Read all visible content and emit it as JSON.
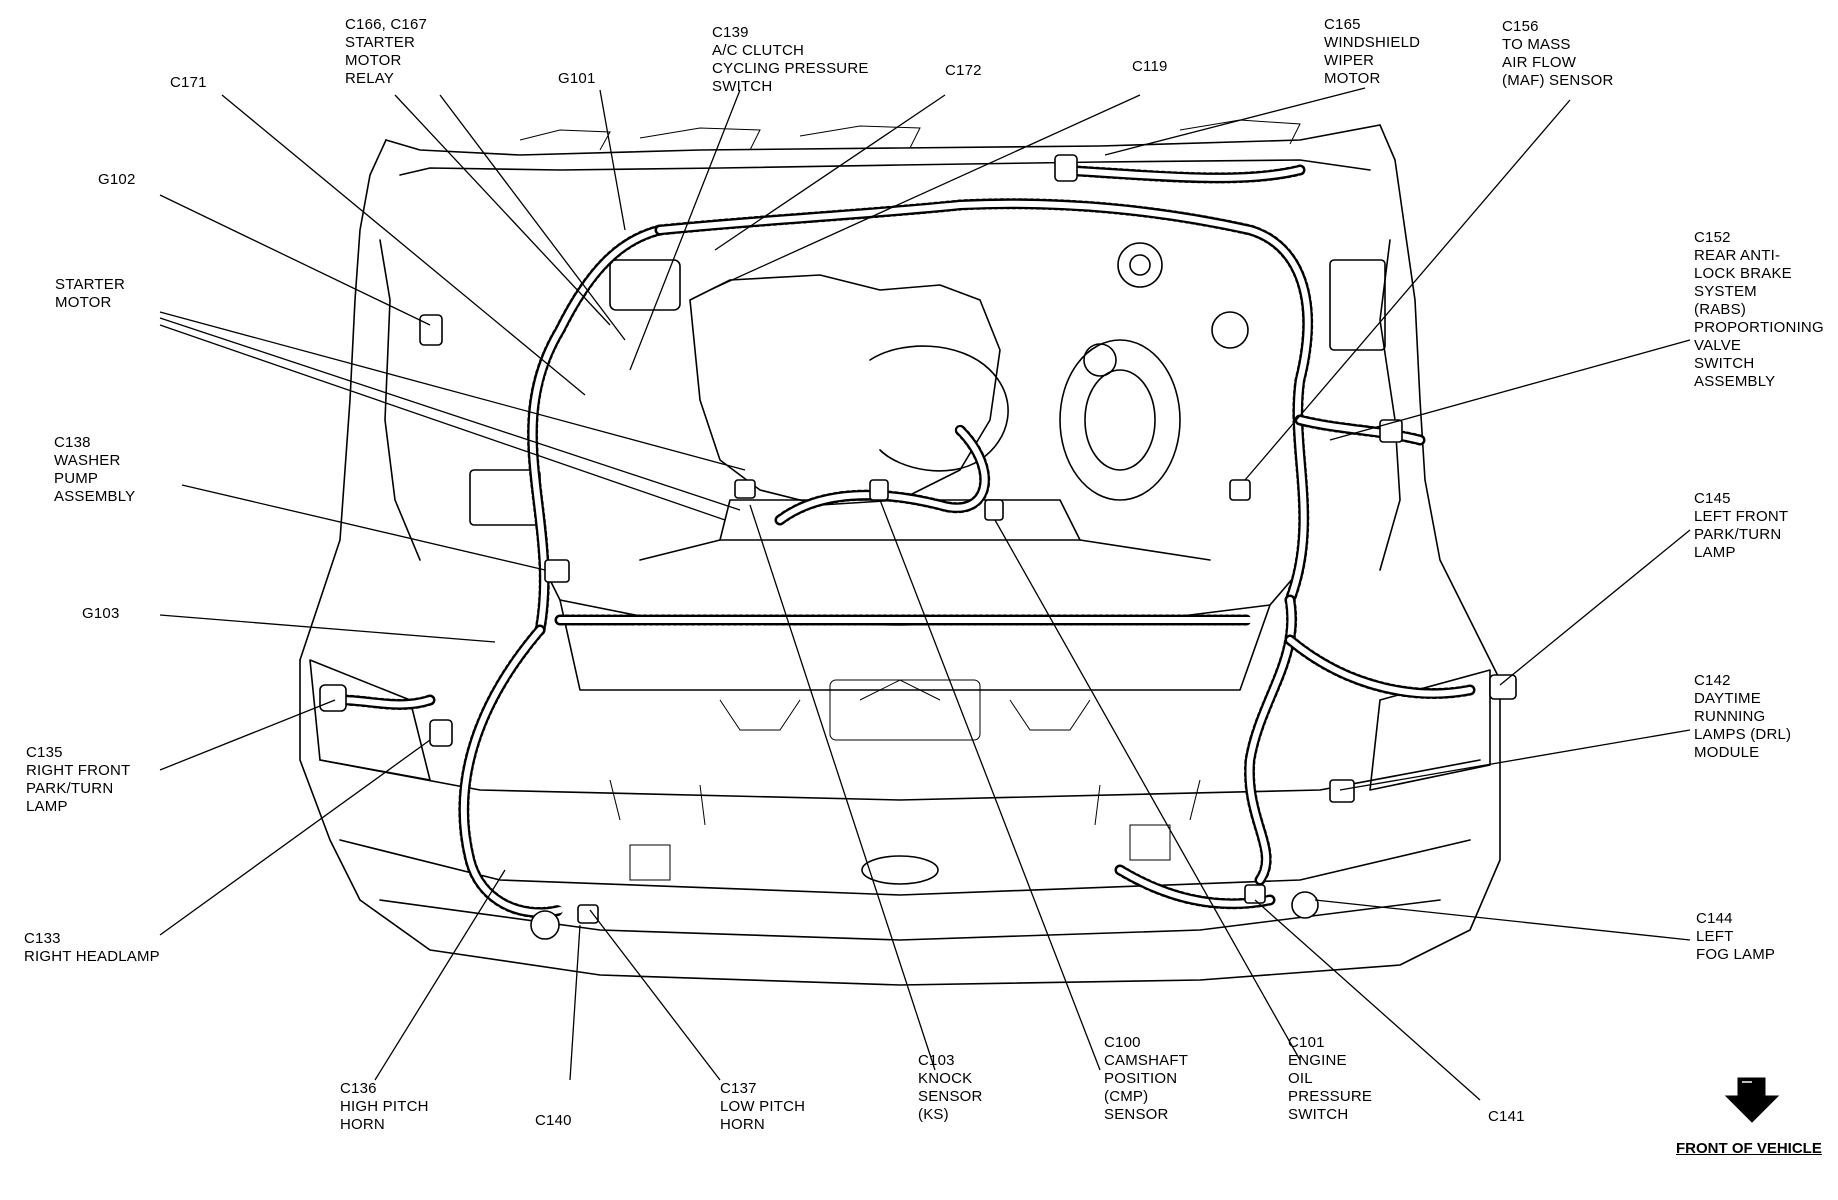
{
  "labels": {
    "c171": [
      "C171"
    ],
    "c166_c167": [
      "C166, C167",
      "STARTER",
      "MOTOR",
      "RELAY"
    ],
    "g101": [
      "G101"
    ],
    "c139": [
      "C139",
      "A/C CLUTCH",
      "CYCLING PRESSURE",
      "SWITCH"
    ],
    "c172": [
      "C172"
    ],
    "c119": [
      "C119"
    ],
    "c165": [
      "C165",
      "WINDSHIELD",
      "WIPER",
      "MOTOR"
    ],
    "c156": [
      "C156",
      "TO MASS",
      "AIR FLOW",
      "(MAF) SENSOR"
    ],
    "g102": [
      "G102"
    ],
    "starter_motor": [
      "STARTER",
      "MOTOR"
    ],
    "c152": [
      "C152",
      "REAR ANTI-",
      "LOCK BRAKE",
      "SYSTEM",
      "(RABS)",
      "PROPORTIONING",
      "VALVE",
      "SWITCH",
      "ASSEMBLY"
    ],
    "c138": [
      "C138",
      "WASHER",
      "PUMP",
      "ASSEMBLY"
    ],
    "c145": [
      "C145",
      "LEFT FRONT",
      "PARK/TURN",
      "LAMP"
    ],
    "g103": [
      "G103"
    ],
    "c142": [
      "C142",
      "DAYTIME",
      "RUNNING",
      "LAMPS (DRL)",
      "MODULE"
    ],
    "c135": [
      "C135",
      "RIGHT FRONT",
      "PARK/TURN",
      "LAMP"
    ],
    "c133": [
      "C133",
      "RIGHT HEADLAMP"
    ],
    "c144": [
      "C144",
      "LEFT",
      "FOG LAMP"
    ],
    "c136": [
      "C136",
      "HIGH PITCH",
      "HORN"
    ],
    "c140": [
      "C140"
    ],
    "c137": [
      "C137",
      "LOW PITCH",
      "HORN"
    ],
    "c103": [
      "C103",
      "KNOCK",
      "SENSOR",
      "(KS)"
    ],
    "c100": [
      "C100",
      "CAMSHAFT",
      "POSITION",
      "(CMP)",
      "SENSOR"
    ],
    "c101": [
      "C101",
      "ENGINE",
      "OIL",
      "PRESSURE",
      "SWITCH"
    ],
    "c141": [
      "C141"
    ]
  },
  "front_of_vehicle": "FRONT OF VEHICLE",
  "icons": {
    "front_arrow": "down-arrow-icon"
  }
}
